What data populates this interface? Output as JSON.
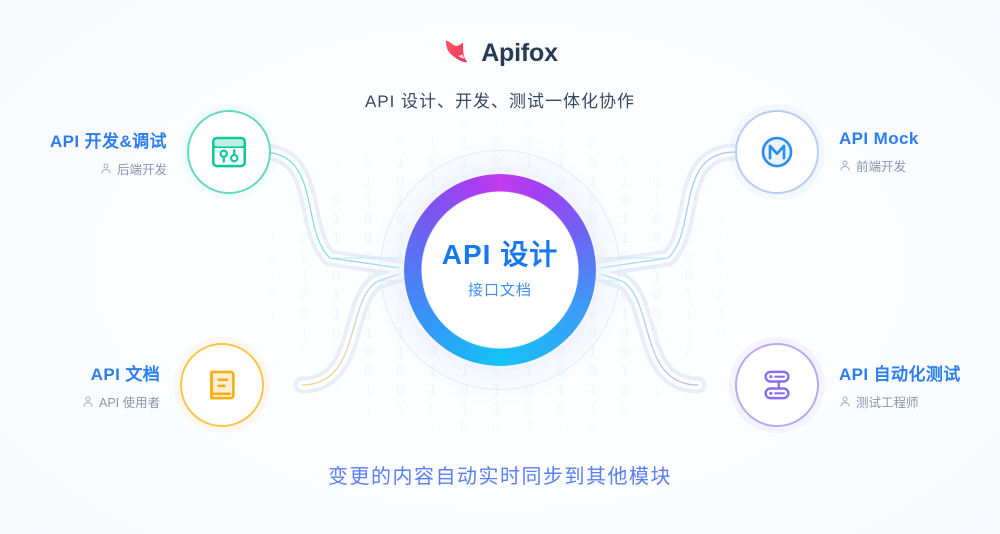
{
  "header": {
    "brand_name": "Apifox",
    "brand_logo_icon": "apifox-fox-logo",
    "tagline": "API 设计、开发、测试一体化协作"
  },
  "hub": {
    "title": "API 设计",
    "subtitle": "接口文档",
    "ring_gradient_from": "#c43cf0",
    "ring_gradient_mid": "#4d7ef5",
    "ring_gradient_to": "#14c3f5",
    "title_color": "#1778f2"
  },
  "nodes": [
    {
      "id": "api-dev-debug",
      "title": "API 开发&调试",
      "role": "后端开发",
      "role_icon": "person-icon",
      "icon": "browser-sliders-icon",
      "accent": "#11c9a0",
      "ring_color": "#5fdcc0",
      "position": "top-left"
    },
    {
      "id": "api-mock",
      "title": "API Mock",
      "role": "前端开发",
      "role_icon": "person-icon",
      "icon": "letter-m-circle-icon",
      "accent": "#2b8df0",
      "ring_color": "#b7cdf5",
      "position": "top-right"
    },
    {
      "id": "api-doc",
      "title": "API 文档",
      "role": "API 使用者",
      "role_icon": "person-icon",
      "icon": "book-icon",
      "accent": "#f8ae14",
      "ring_color": "#fbc54a",
      "position": "bottom-left"
    },
    {
      "id": "api-auto-test",
      "title": "API 自动化测试",
      "role": "测试工程师",
      "role_icon": "person-icon",
      "icon": "stacked-servers-icon",
      "accent": "#8b6ef0",
      "ring_color": "#b9a9f2",
      "position": "bottom-right"
    }
  ],
  "footer": {
    "caption": "变更的内容自动实时同步到其他模块",
    "color": "#5b7ef3"
  },
  "background": {
    "binary_rows": [
      "1 0 1 1 0 0 0 1 0 1 0 0 1 1 0",
      "0 1 0 1 0 1 1 0 0 1 0 1 0 0 1",
      "1 1 0 0 1 0 1 0 1 1 0 0 1 0 1",
      "0 0 1 1 0 1 0 0 1 0 1 1 0 1 0",
      "1 0 0 1 1 0 1 1 0 1 0 0 1 1 0",
      "0 1 1 0 0 1 0 1 1 0 0 1 0 1 1",
      "1 0 1 0 1 1 0 0 1 0 1 1 0 0 1",
      "0 1 0 0 1 0 1 1 0 1 1 0 1 0 0",
      "1 1 0 1 0 0 1 0 1 0 0 1 1 0 1",
      "0 0 1 0 1 1 0 1 0 1 1 0 0 1 0",
      "1 0 1 1 0 1 0 0 1 1 0 1 0 1 1",
      "0 1 0 1 1 0 1 0 0 1 0 0 1 1 0",
      "1 1 0 0 1 0 0 1 1 0 1 0 1 0 1",
      "0 1 1 0 0 1 1 0 1 0 0 1 0 1 0",
      "1 0 0 1 0 1 0 1 0 1 1 0 1 1 0",
      "0 1 0 1 1 0 1 1 0 0 1 0 0 1 1",
      "1 0 1 0 0 1 0 0 1 1 0 1 1 0 0"
    ]
  }
}
